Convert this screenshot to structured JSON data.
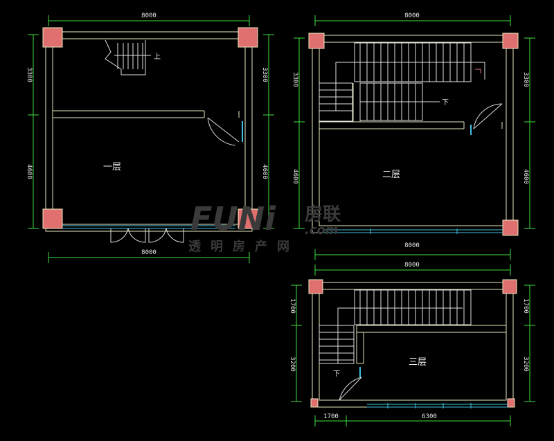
{
  "colors": {
    "background": "#000000",
    "wall": "#e8e8c0",
    "column": "#e07070",
    "dimension": "#40e040",
    "window": "#40c0e0",
    "door": "#e0e0e0",
    "stairs": "#e0e0e0",
    "text": "#e8e8e8",
    "watermark": "#3a3a3a"
  },
  "floors": [
    {
      "room_label": "一层",
      "stair_label": "上",
      "dims": {
        "top": "8000",
        "bottom": "8000",
        "left_upper": "3300",
        "left_lower": "4600",
        "right_upper": "3300",
        "right_lower": "4600"
      }
    },
    {
      "room_label": "二层",
      "stair_label": "下",
      "dims": {
        "top": "8000",
        "bottom": "8000",
        "left_upper": "3300",
        "left_lower": "4600",
        "right_upper": "3300",
        "right_lower": "4600"
      }
    },
    {
      "room_label": "三层",
      "stair_label": "下",
      "dims": {
        "top": "8000",
        "bottom_left": "1700",
        "bottom_right": "6300",
        "left_upper": "1700",
        "left_lower": "3200",
        "right_upper": "1700",
        "right_lower": "3200"
      }
    }
  ],
  "watermark": {
    "brand_latin": "FUNi",
    "brand_cn": "房联",
    "domain_suffix": ".com",
    "sub": "透明房产网"
  }
}
